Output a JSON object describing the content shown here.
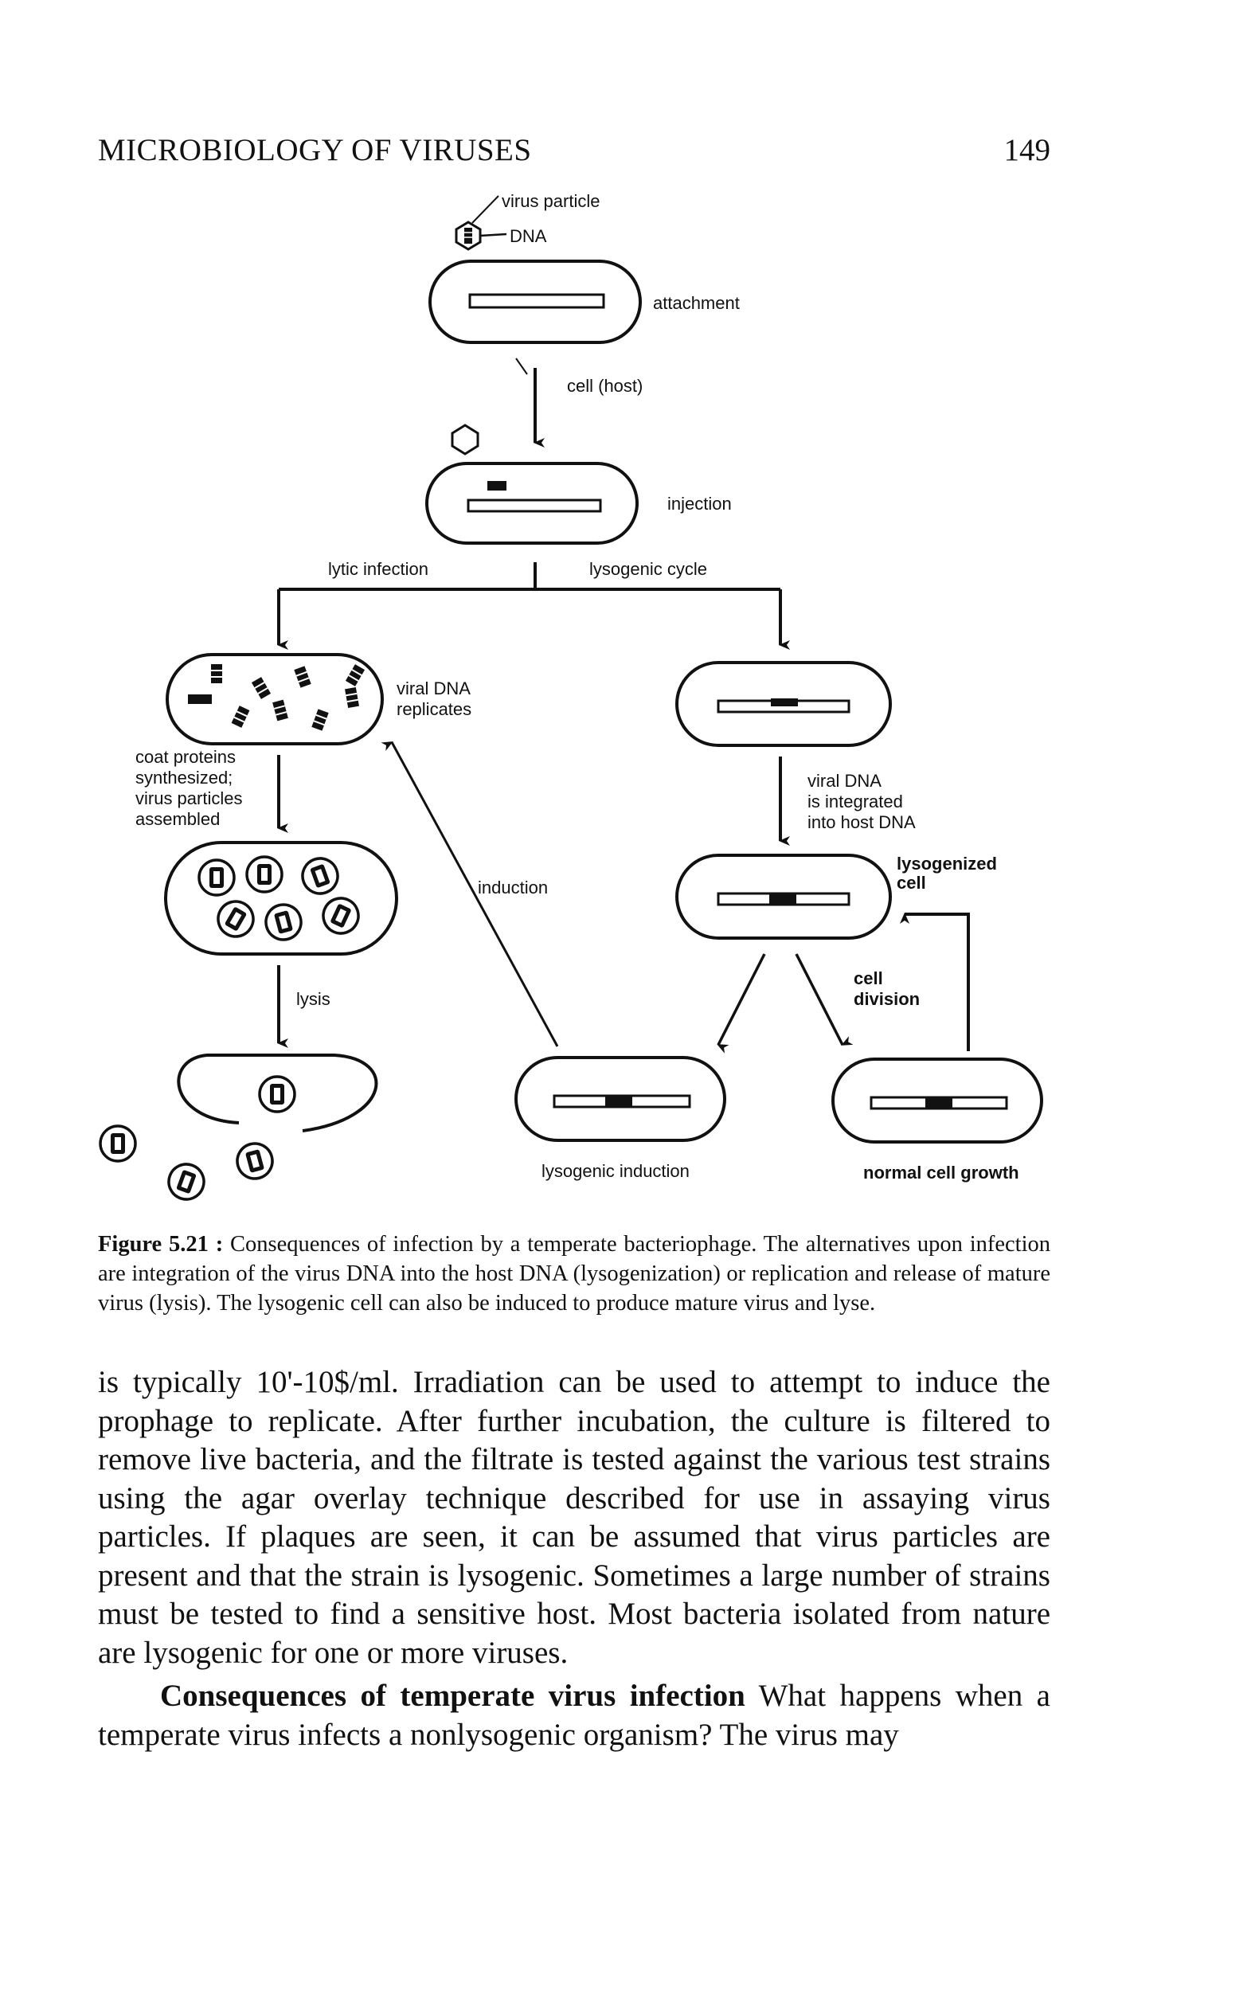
{
  "header": {
    "title": "MICROBIOLOGY OF VIRUSES",
    "page_number": "149"
  },
  "diagram": {
    "labels": {
      "virus_particle": "virus particle",
      "dna": "DNA",
      "attachment": "attachment",
      "cell_host": "cell (host)",
      "injection": "injection",
      "lytic_infection": "lytic infection",
      "lysogenic_cycle": "lysogenic cycle",
      "viral_dna_replicates_1": "viral DNA",
      "viral_dna_replicates_2": "replicates",
      "coat_1": "coat proteins",
      "coat_2": "synthesized;",
      "coat_3": "virus particles",
      "coat_4": "assembled",
      "lysis": "lysis",
      "induction": "induction",
      "integrated_1": "viral DNA",
      "integrated_2": "is integrated",
      "integrated_3": "into host DNA",
      "lysogenized_1": "lysogenized",
      "lysogenized_2": "cell",
      "cell_division_1": "cell",
      "cell_division_2": "division",
      "lysogenic_induction": "lysogenic induction",
      "normal_cell_growth": "normal cell growth"
    }
  },
  "caption": {
    "label": "Figure 5.21 :",
    "text": "Consequences of infection by a temperate bacteriophage. The alternatives upon infection are integration of the virus DNA into the host DNA (lysogenization) or replication and release of mature virus (lysis). The lysogenic cell can also be induced to produce mature virus and lyse."
  },
  "body": {
    "paragraph1": "is typically 10'-10$/ml. Irradiation can be used to attempt to induce the prophage to replicate. After further incubation, the culture is filtered to remove live bacteria, and the filtrate is tested against the various test strains using the agar overlay technique described for use in assaying virus particles. If plaques are seen, it can be assumed that virus particles are present and that the strain is lysogenic. Sometimes a large number of strains must be tested to find a sensitive host. Most bacteria isolated from nature are lysogenic for one or more viruses.",
    "paragraph2_heading": "Consequences of temperate virus infection",
    "paragraph2_text": " What happens when a temperate virus infects a nonlysogenic organism? The virus may"
  }
}
